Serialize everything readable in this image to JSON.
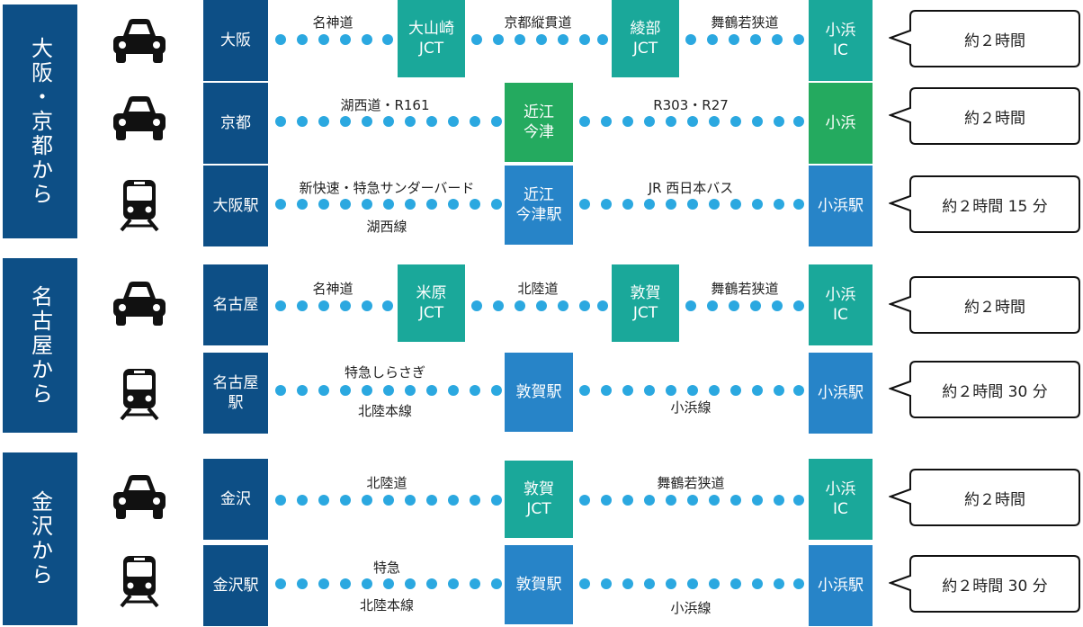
{
  "colors": {
    "navy": "#0d4f86",
    "teal_ic": "#1aa89a",
    "green": "#24aa5f",
    "blue_rail": "#2784c8",
    "dot": "#2ba8e0"
  },
  "sections": [
    {
      "label": "大阪・京都から"
    },
    {
      "label": "名古屋から"
    },
    {
      "label": "金沢から"
    }
  ],
  "routes": [
    {
      "mode": "car-icon",
      "origin": "大阪",
      "mid1": "大山崎\nJCT",
      "mid2": "綾部\nJCT",
      "seg1": "名神道",
      "seg2": "京都縦貫道",
      "seg3": "舞鶴若狭道",
      "dest": "小浜\nIC",
      "time": "約２時間"
    },
    {
      "mode": "car-icon",
      "origin": "京都",
      "mid": "近江\n今津",
      "seg1": "湖西道・R161",
      "seg2": "R303・R27",
      "dest": "小浜",
      "time": "約２時間"
    },
    {
      "mode": "train-icon",
      "origin": "大阪駅",
      "mid": "近江\n今津駅",
      "seg1_top": "新快速・特急サンダーバード",
      "seg1_bottom": "湖西線",
      "seg2_top": "JR 西日本バス",
      "dest": "小浜駅",
      "time": "約２時間 15 分"
    },
    {
      "mode": "car-icon",
      "origin": "名古屋",
      "mid1": "米原\nJCT",
      "mid2": "敦賀\nJCT",
      "seg1": "名神道",
      "seg2": "北陸道",
      "seg3": "舞鶴若狭道",
      "dest": "小浜\nIC",
      "time": "約２時間"
    },
    {
      "mode": "train-icon",
      "origin": "名古屋\n駅",
      "mid": "敦賀駅",
      "seg1_top": "特急しらさぎ",
      "seg1_bottom": "北陸本線",
      "seg2_bottom": "小浜線",
      "dest": "小浜駅",
      "time": "約２時間 30 分"
    },
    {
      "mode": "car-icon",
      "origin": "金沢",
      "mid": "敦賀\nJCT",
      "seg1": "北陸道",
      "seg2": "舞鶴若狭道",
      "dest": "小浜\nIC",
      "time": "約２時間"
    },
    {
      "mode": "train-icon",
      "origin": "金沢駅",
      "mid": "敦賀駅",
      "seg1_top": "特急",
      "seg1_bottom": "北陸本線",
      "seg2_bottom": "小浜線",
      "dest": "小浜駅",
      "time": "約２時間 30 分"
    }
  ]
}
